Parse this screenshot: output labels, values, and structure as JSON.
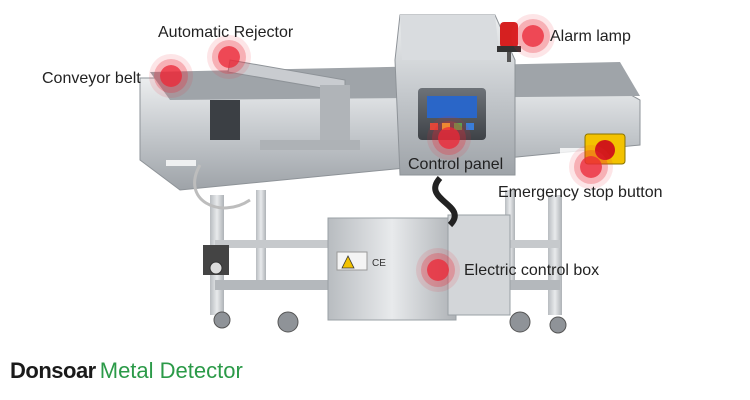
{
  "labels": {
    "automatic_rejector": "Automatic Rejector",
    "alarm_lamp": "Alarm lamp",
    "conveyor_belt": "Conveyor belt",
    "control_panel": "Control panel",
    "emergency_stop": "Emergency stop button",
    "electric_box": "Electric control box"
  },
  "machine_labels": {
    "ce_mark": "CE"
  },
  "brand": {
    "name": "Donsoar",
    "product": "Metal Detector",
    "name_color": "#1a1a1a",
    "product_color": "#2b9a48"
  },
  "colors": {
    "hotspot": "#eb2837",
    "steel": "#c9ccd0",
    "panel_screen": "#2a66c8"
  }
}
